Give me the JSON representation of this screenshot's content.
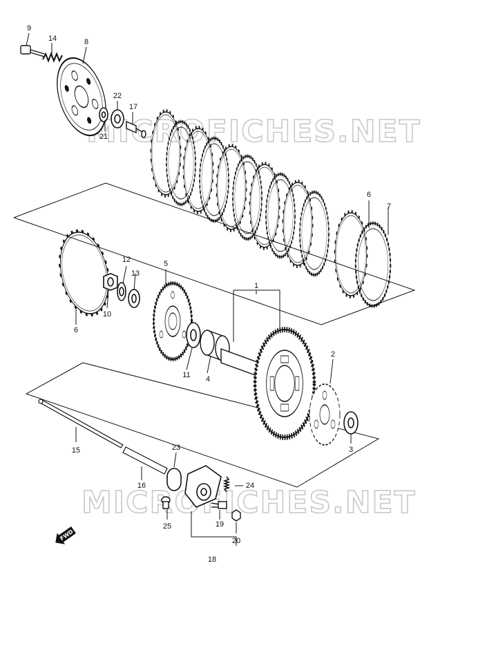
{
  "watermark": "MICROFICHES.NET",
  "fwd_label": "FWD",
  "callouts": {
    "c1": "1",
    "c2": "2",
    "c3": "3",
    "c4": "4",
    "c5": "5",
    "c6a": "6",
    "c6b": "6",
    "c7": "7",
    "c8": "8",
    "c9": "9",
    "c10": "10",
    "c11": "11",
    "c12": "12",
    "c13": "13",
    "c14": "14",
    "c15": "15",
    "c16": "16",
    "c17": "17",
    "c18": "18",
    "c19": "19",
    "c20": "20",
    "c21": "21",
    "c22": "22",
    "c23": "23",
    "c24": "24",
    "c25": "25"
  }
}
